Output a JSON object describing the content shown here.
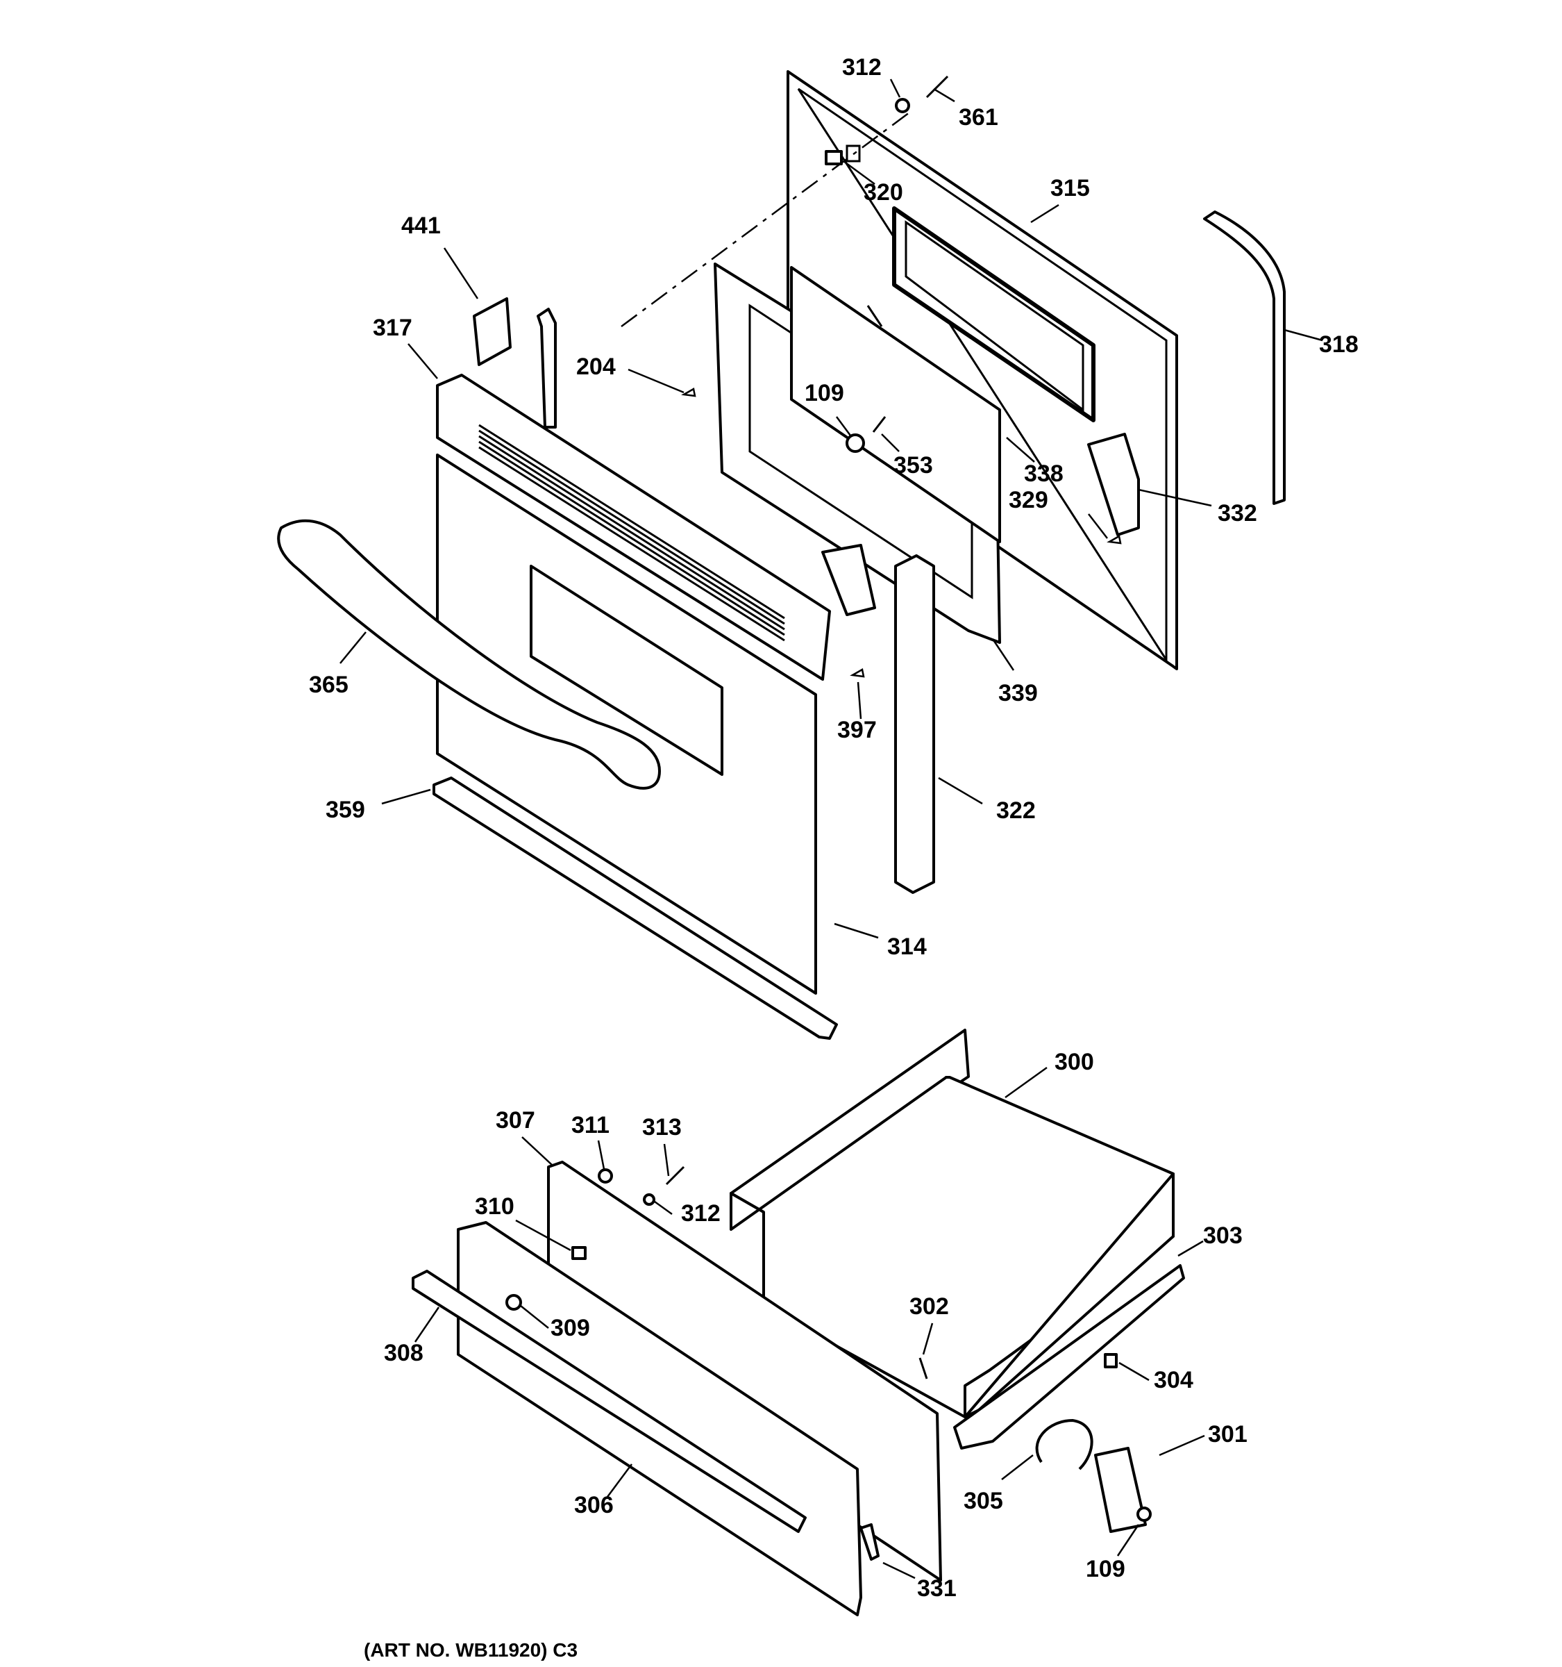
{
  "art_number": "(ART NO. WB11920) C3",
  "callouts": {
    "c312a": "312",
    "c361": "361",
    "c320": "320",
    "c315": "315",
    "c441": "441",
    "c318": "318",
    "c317": "317",
    "c204": "204",
    "c109a": "109",
    "c353": "353",
    "c338": "338",
    "c329": "329",
    "c332": "332",
    "c365": "365",
    "c339": "339",
    "c397": "397",
    "c359": "359",
    "c322": "322",
    "c314": "314",
    "c300": "300",
    "c307": "307",
    "c311": "311",
    "c313": "313",
    "c312b": "312",
    "c310": "310",
    "c303": "303",
    "c302": "302",
    "c309": "309",
    "c308": "308",
    "c304": "304",
    "c301": "301",
    "c305": "305",
    "c306": "306",
    "c109b": "109",
    "c331": "331"
  }
}
